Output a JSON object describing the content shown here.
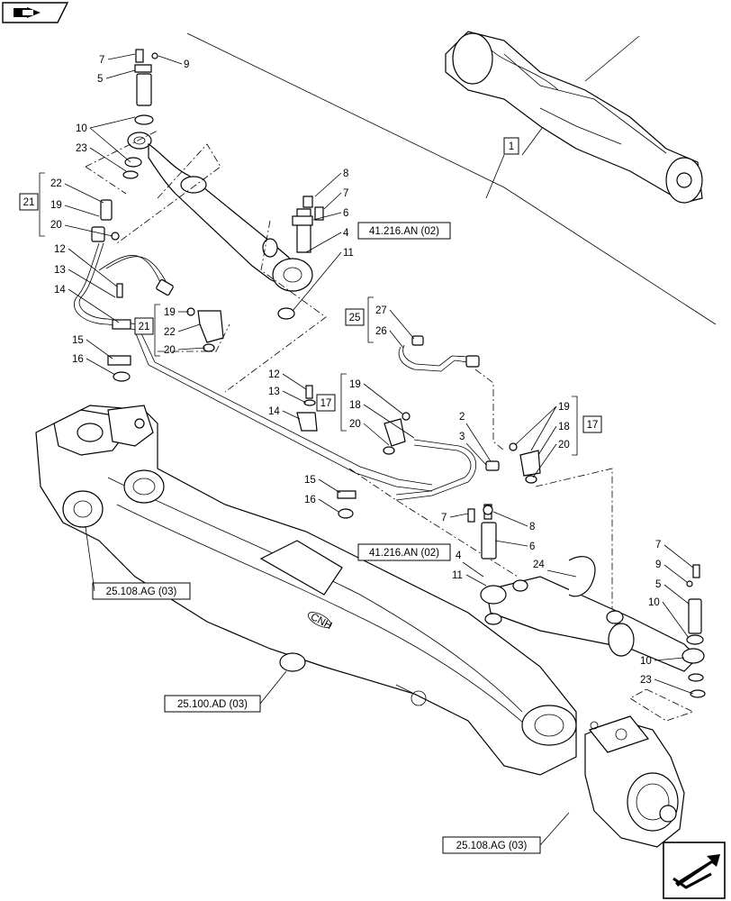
{
  "references": {
    "ref_top_left": "41.216.AN (02)",
    "ref_mid": "41.216.AN (02)",
    "ref_108_left": "25.108.AG (03)",
    "ref_100": "25.100.AD (03)",
    "ref_108_right": "25.108.AG (03)"
  },
  "boxed_labels": {
    "b1": "1",
    "b21a": "21",
    "b21b": "21",
    "b25": "25",
    "b17a": "17",
    "b17b": "17"
  },
  "callouts": [
    {
      "id": "c7a",
      "text": "7"
    },
    {
      "id": "c9a",
      "text": "9"
    },
    {
      "id": "c5a",
      "text": "5"
    },
    {
      "id": "c10a",
      "text": "10"
    },
    {
      "id": "c23a",
      "text": "23"
    },
    {
      "id": "c8a",
      "text": "8"
    },
    {
      "id": "c7b",
      "text": "7"
    },
    {
      "id": "c6a",
      "text": "6"
    },
    {
      "id": "c4a",
      "text": "4"
    },
    {
      "id": "c11a",
      "text": "11"
    },
    {
      "id": "c22a",
      "text": "22"
    },
    {
      "id": "c19a",
      "text": "19"
    },
    {
      "id": "c20a",
      "text": "20"
    },
    {
      "id": "c12a",
      "text": "12"
    },
    {
      "id": "c13a",
      "text": "13"
    },
    {
      "id": "c14a",
      "text": "14"
    },
    {
      "id": "c19b",
      "text": "19"
    },
    {
      "id": "c22b",
      "text": "22"
    },
    {
      "id": "c20b",
      "text": "20"
    },
    {
      "id": "c15a",
      "text": "15"
    },
    {
      "id": "c16a",
      "text": "16"
    },
    {
      "id": "c27",
      "text": "27"
    },
    {
      "id": "c26",
      "text": "26"
    },
    {
      "id": "c12b",
      "text": "12"
    },
    {
      "id": "c13b",
      "text": "13"
    },
    {
      "id": "c14b",
      "text": "14"
    },
    {
      "id": "c19c",
      "text": "19"
    },
    {
      "id": "c18a",
      "text": "18"
    },
    {
      "id": "c20c",
      "text": "20"
    },
    {
      "id": "c2",
      "text": "2"
    },
    {
      "id": "c3",
      "text": "3"
    },
    {
      "id": "c19d",
      "text": "19"
    },
    {
      "id": "c18b",
      "text": "18"
    },
    {
      "id": "c20d",
      "text": "20"
    },
    {
      "id": "c15b",
      "text": "15"
    },
    {
      "id": "c16b",
      "text": "16"
    },
    {
      "id": "c7c",
      "text": "7"
    },
    {
      "id": "c8b",
      "text": "8"
    },
    {
      "id": "c6b",
      "text": "6"
    },
    {
      "id": "c4b",
      "text": "4"
    },
    {
      "id": "c11b",
      "text": "11"
    },
    {
      "id": "c24",
      "text": "24"
    },
    {
      "id": "c7d",
      "text": "7"
    },
    {
      "id": "c9b",
      "text": "9"
    },
    {
      "id": "c5b",
      "text": "5"
    },
    {
      "id": "c10b",
      "text": "10"
    },
    {
      "id": "c10c",
      "text": "10"
    },
    {
      "id": "c23b",
      "text": "23"
    }
  ],
  "logo_text": "CNH",
  "icons": {
    "top_left": "book-arrow-icon",
    "bottom_right": "orientation-arrow-icon"
  }
}
